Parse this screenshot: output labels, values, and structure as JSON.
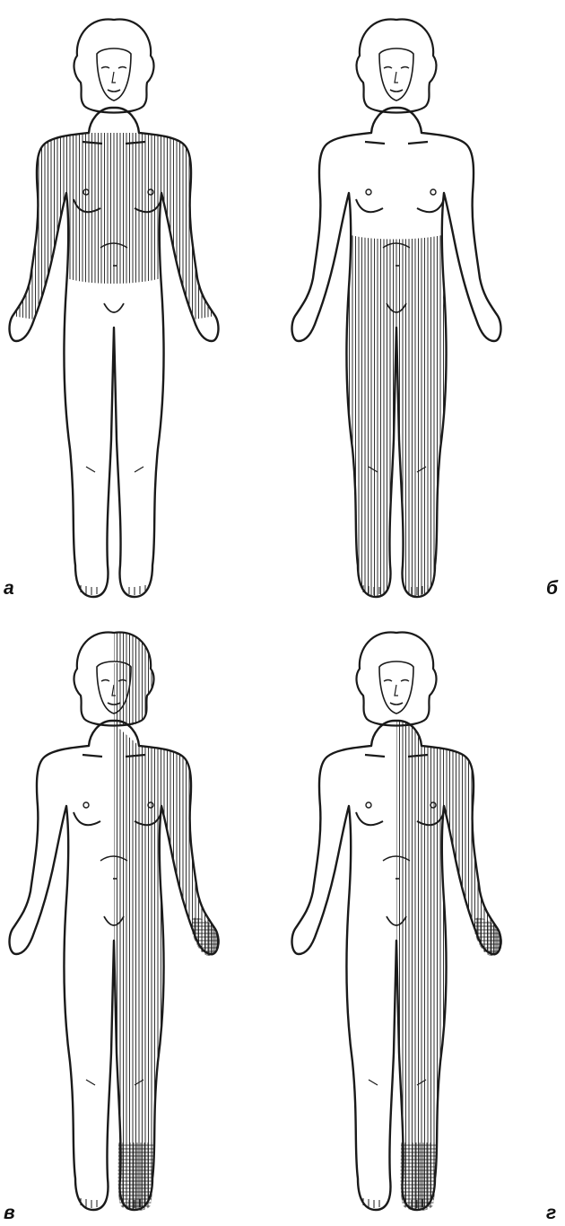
{
  "figure": {
    "panels": [
      {
        "id": "a",
        "label": "а",
        "hatched_region": "trunk-and-arms-bilateral",
        "cross_hatched": []
      },
      {
        "id": "b",
        "label": "б",
        "hatched_region": "lower-abdomen-and-legs-bilateral",
        "cross_hatched": []
      },
      {
        "id": "c",
        "label": "в",
        "hatched_region": "left-hemibody-from-head",
        "cross_hatched": [
          "left-hand",
          "left-foot"
        ]
      },
      {
        "id": "d",
        "label": "г",
        "hatched_region": "left-hemibody-from-neck",
        "cross_hatched": [
          "left-hand",
          "left-foot"
        ]
      }
    ],
    "colors": {
      "ink": "#1a1a1a",
      "background": "#ffffff"
    }
  }
}
